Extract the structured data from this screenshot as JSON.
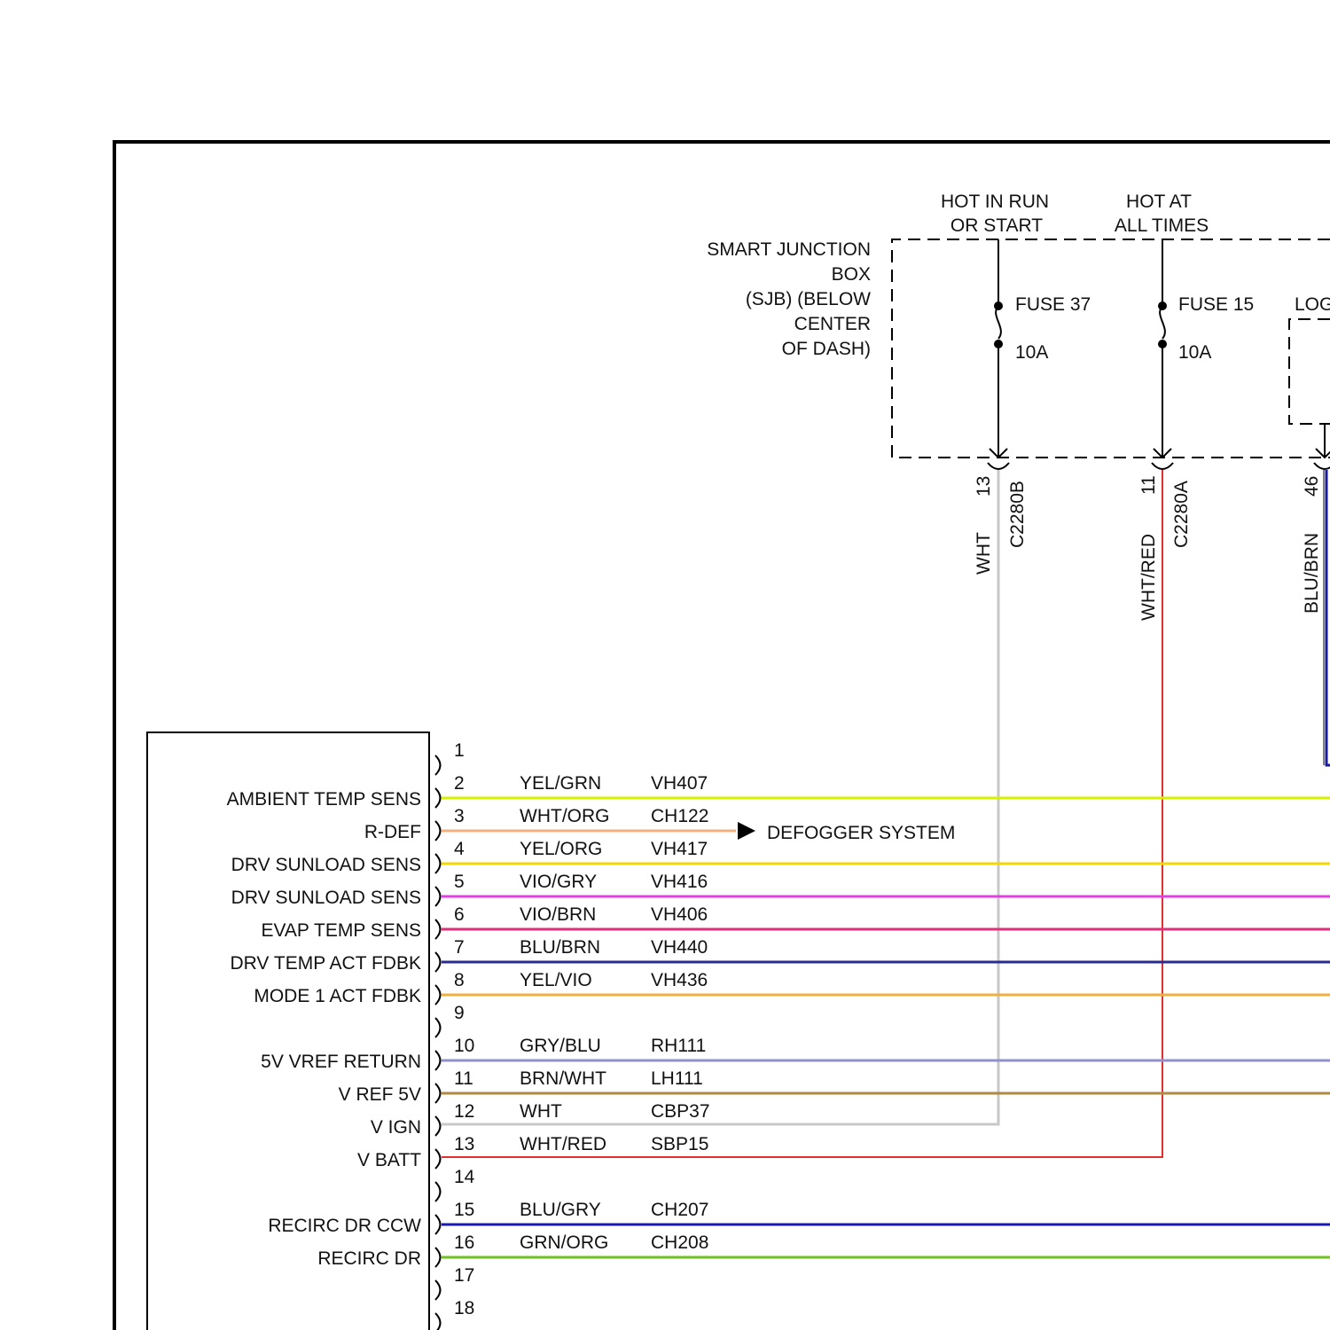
{
  "sjb": {
    "label_lines": [
      "SMART JUNCTION",
      "BOX",
      "(SJB) (BELOW",
      "CENTER",
      "OF DASH)"
    ],
    "supplies": [
      {
        "line1": "HOT IN RUN",
        "line2": "OR START",
        "fuse": "FUSE 37",
        "rating": "10A",
        "pin": "13",
        "connector": "C2280B",
        "wire_color_label": "WHT",
        "color": "#c8c8c8"
      },
      {
        "line1": "HOT AT",
        "line2": "ALL TIMES",
        "fuse": "FUSE 15",
        "rating": "10A",
        "pin": "11",
        "connector": "C2280A",
        "wire_color_label": "WHT/RED",
        "color": "#e03030"
      }
    ],
    "third_circuit": {
      "label": "LOG",
      "pin": "46",
      "wire_color_label": "BLU/BRN",
      "color": "#1a1a9a"
    }
  },
  "defogger": {
    "label": "DEFOGGER SYSTEM"
  },
  "pins": [
    {
      "num": "1",
      "func": "",
      "color_code": "",
      "circuit": "",
      "wire": null
    },
    {
      "num": "2",
      "func": "AMBIENT TEMP SENS",
      "color_code": "YEL/GRN",
      "circuit": "VH407",
      "wire": "#d6f000"
    },
    {
      "num": "3",
      "func": "R-DEF",
      "color_code": "WHT/ORG",
      "circuit": "CH122",
      "wire": "#f0b080"
    },
    {
      "num": "4",
      "func": "DRV SUNLOAD SENS",
      "color_code": "YEL/ORG",
      "circuit": "VH417",
      "wire": "#f5d800"
    },
    {
      "num": "5",
      "func": "DRV SUNLOAD SENS",
      "color_code": "VIO/GRY",
      "circuit": "VH416",
      "wire": "#e040e0"
    },
    {
      "num": "6",
      "func": "EVAP TEMP SENS",
      "color_code": "VIO/BRN",
      "circuit": "VH406",
      "wire": "#e0307a"
    },
    {
      "num": "7",
      "func": "DRV TEMP ACT FDBK",
      "color_code": "BLU/BRN",
      "circuit": "VH440",
      "wire": "#2a2a90"
    },
    {
      "num": "8",
      "func": "MODE 1 ACT FDBK",
      "color_code": "YEL/VIO",
      "circuit": "VH436",
      "wire": "#f0b040"
    },
    {
      "num": "9",
      "func": "",
      "color_code": "",
      "circuit": "",
      "wire": null
    },
    {
      "num": "10",
      "func": "5V VREF RETURN",
      "color_code": "GRY/BLU",
      "circuit": "RH111",
      "wire": "#9090cc"
    },
    {
      "num": "11",
      "func": "V REF 5V",
      "color_code": "BRN/WHT",
      "circuit": "LH111",
      "wire": "#b08a40"
    },
    {
      "num": "12",
      "func": "V IGN",
      "color_code": "WHT",
      "circuit": "CBP37",
      "wire": "#c8c8c8"
    },
    {
      "num": "13",
      "func": "V BATT",
      "color_code": "WHT/RED",
      "circuit": "SBP15",
      "wire": "#e03030"
    },
    {
      "num": "14",
      "func": "",
      "color_code": "",
      "circuit": "",
      "wire": null
    },
    {
      "num": "15",
      "func": "RECIRC DR CCW",
      "color_code": "BLU/GRY",
      "circuit": "CH207",
      "wire": "#1a1ab0"
    },
    {
      "num": "16",
      "func": "RECIRC DR",
      "color_code": "GRN/ORG",
      "circuit": "CH208",
      "wire": "#70c020"
    },
    {
      "num": "17",
      "func": "",
      "color_code": "",
      "circuit": "",
      "wire": null
    },
    {
      "num": "18",
      "func": "",
      "color_code": "",
      "circuit": "",
      "wire": null
    }
  ]
}
